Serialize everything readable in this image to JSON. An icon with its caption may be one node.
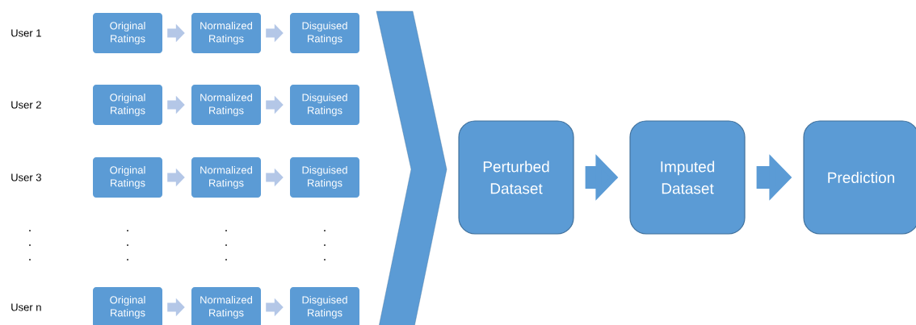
{
  "diagram": {
    "nodes": [
      {
        "text": [
          "Original Ratings"
        ]
      },
      {
        "text": [
          "Normalized Ratings"
        ]
      },
      {
        "text": [
          "Disguised Ratings"
        ]
      },
      {
        "text": [
          "Original Ratings"
        ]
      },
      {
        "text": [
          "Normalized Ratings"
        ]
      },
      {
        "text": [
          "Disguised Ratings"
        ]
      },
      {
        "text": [
          "Original Ratings"
        ]
      },
      {
        "text": [
          "Normalized Ratings"
        ]
      },
      {
        "text": [
          "Disguised Ratings"
        ]
      },
      {
        "text": [
          "Original Ratings"
        ]
      },
      {
        "text": [
          "Normalized Ratings"
        ]
      },
      {
        "text": [
          "Disguised Ratings"
        ]
      },
      {
        "text": [],
        "shape": "chevron"
      },
      {
        "text": [
          "Perturbed Dataset"
        ]
      },
      {
        "text": [
          "Imputed Dataset"
        ]
      },
      {
        "text": [
          "Prediction"
        ]
      }
    ],
    "edges": [
      {
        "from": 0,
        "to": 1,
        "arrow": "to"
      },
      {
        "from": 1,
        "to": 2,
        "arrow": "to"
      },
      {
        "from": 3,
        "to": 4,
        "arrow": "to"
      },
      {
        "from": 4,
        "to": 5,
        "arrow": "to"
      },
      {
        "from": 6,
        "to": 7,
        "arrow": "to"
      },
      {
        "from": 7,
        "to": 8,
        "arrow": "to"
      },
      {
        "from": 9,
        "to": 10,
        "arrow": "to"
      },
      {
        "from": 10,
        "to": 11,
        "arrow": "to"
      },
      {
        "from": 13,
        "to": 14,
        "arrow": "to",
        "style": "thick",
        "color": "#5b9bd5"
      },
      {
        "from": 14,
        "to": 15,
        "arrow": "to",
        "style": "thick",
        "color": "#5b9bd5"
      }
    ],
    "labels": [
      "User 1",
      "User 2",
      "User 3",
      "User n"
    ]
  }
}
